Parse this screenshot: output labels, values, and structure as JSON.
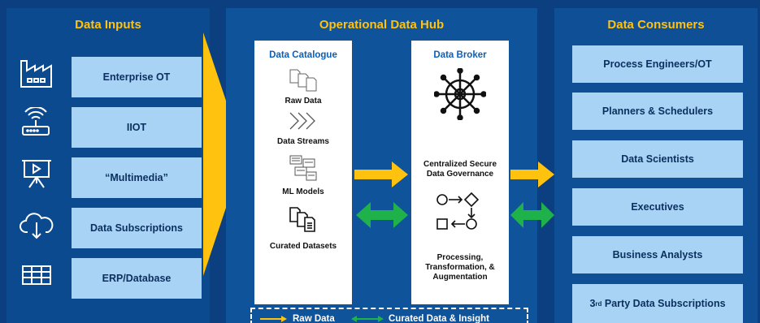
{
  "inputs": {
    "title": "Data Inputs",
    "items": [
      {
        "label": "Enterprise OT",
        "icon": "factory-icon"
      },
      {
        "label": "IIOT",
        "icon": "wireless-router-icon"
      },
      {
        "label": "“Multimedia”",
        "icon": "presentation-screen-icon"
      },
      {
        "label": "Data Subscriptions",
        "icon": "cloud-download-icon"
      },
      {
        "label": "ERP/Database",
        "icon": "table-grid-icon"
      }
    ]
  },
  "hub": {
    "title": "Operational Data Hub",
    "catalogue": {
      "title": "Data Catalogue",
      "items": [
        "Raw Data",
        "Data Streams",
        "ML Models",
        "Curated Datasets"
      ]
    },
    "broker": {
      "title": "Data Broker",
      "governance_line1": "Centralized Secure",
      "governance_line2": "Data Governance",
      "processing_line1": "Processing,",
      "processing_line2": "Transformation, &",
      "processing_line3": "Augmentation"
    },
    "legend": {
      "raw": "Raw Data",
      "curated": "Curated Data & Insight"
    }
  },
  "consumers": {
    "title": "Data Consumers",
    "items": [
      "Process Engineers/OT",
      "Planners & Schedulers",
      "Data Scientists",
      "Executives",
      "Business Analysts"
    ],
    "last_item_prefix": "3",
    "last_item_sup": "rd",
    "last_item_rest": " Party Data Subscriptions"
  },
  "colors": {
    "accent": "#ffc20e",
    "green": "#1fb24a",
    "box": "#a9d3f5",
    "background": "#0b3f7f"
  }
}
